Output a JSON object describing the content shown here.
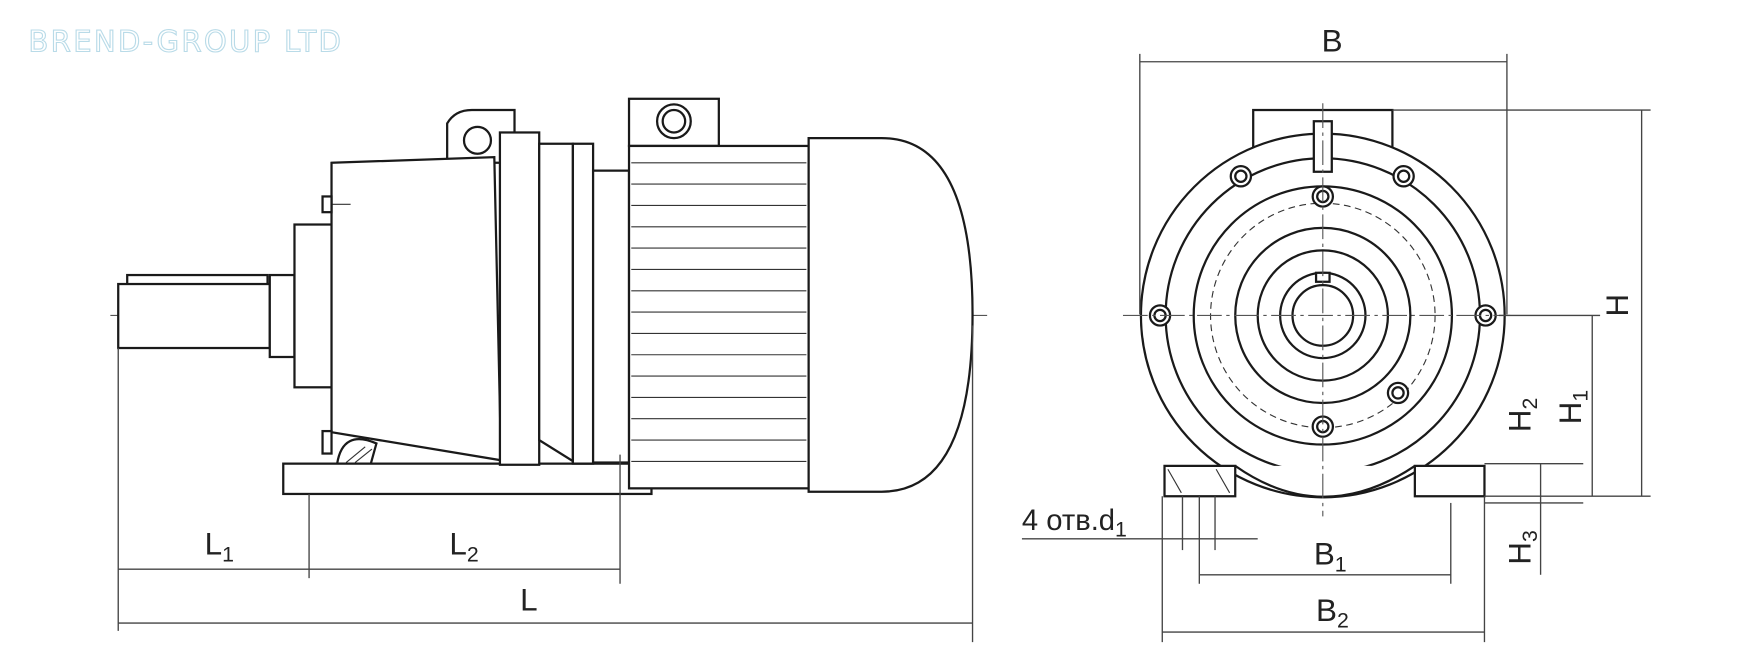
{
  "watermark": "BREND-GROUP LTD",
  "side_view": {
    "labels": {
      "L1": {
        "main": "L",
        "sub": "1"
      },
      "L2": {
        "main": "L",
        "sub": "2"
      },
      "L": {
        "main": "L"
      }
    }
  },
  "front_view": {
    "labels": {
      "B": {
        "main": "B"
      },
      "B1": {
        "main": "B",
        "sub": "1"
      },
      "B2": {
        "main": "B",
        "sub": "2"
      },
      "H": {
        "main": "H"
      },
      "H1": {
        "main": "H",
        "sub": "1"
      },
      "H2": {
        "main": "H",
        "sub": "2"
      },
      "H3": {
        "main": "H",
        "sub": "3"
      },
      "holes": {
        "main": "4 отв.d",
        "sub": "1"
      }
    }
  }
}
